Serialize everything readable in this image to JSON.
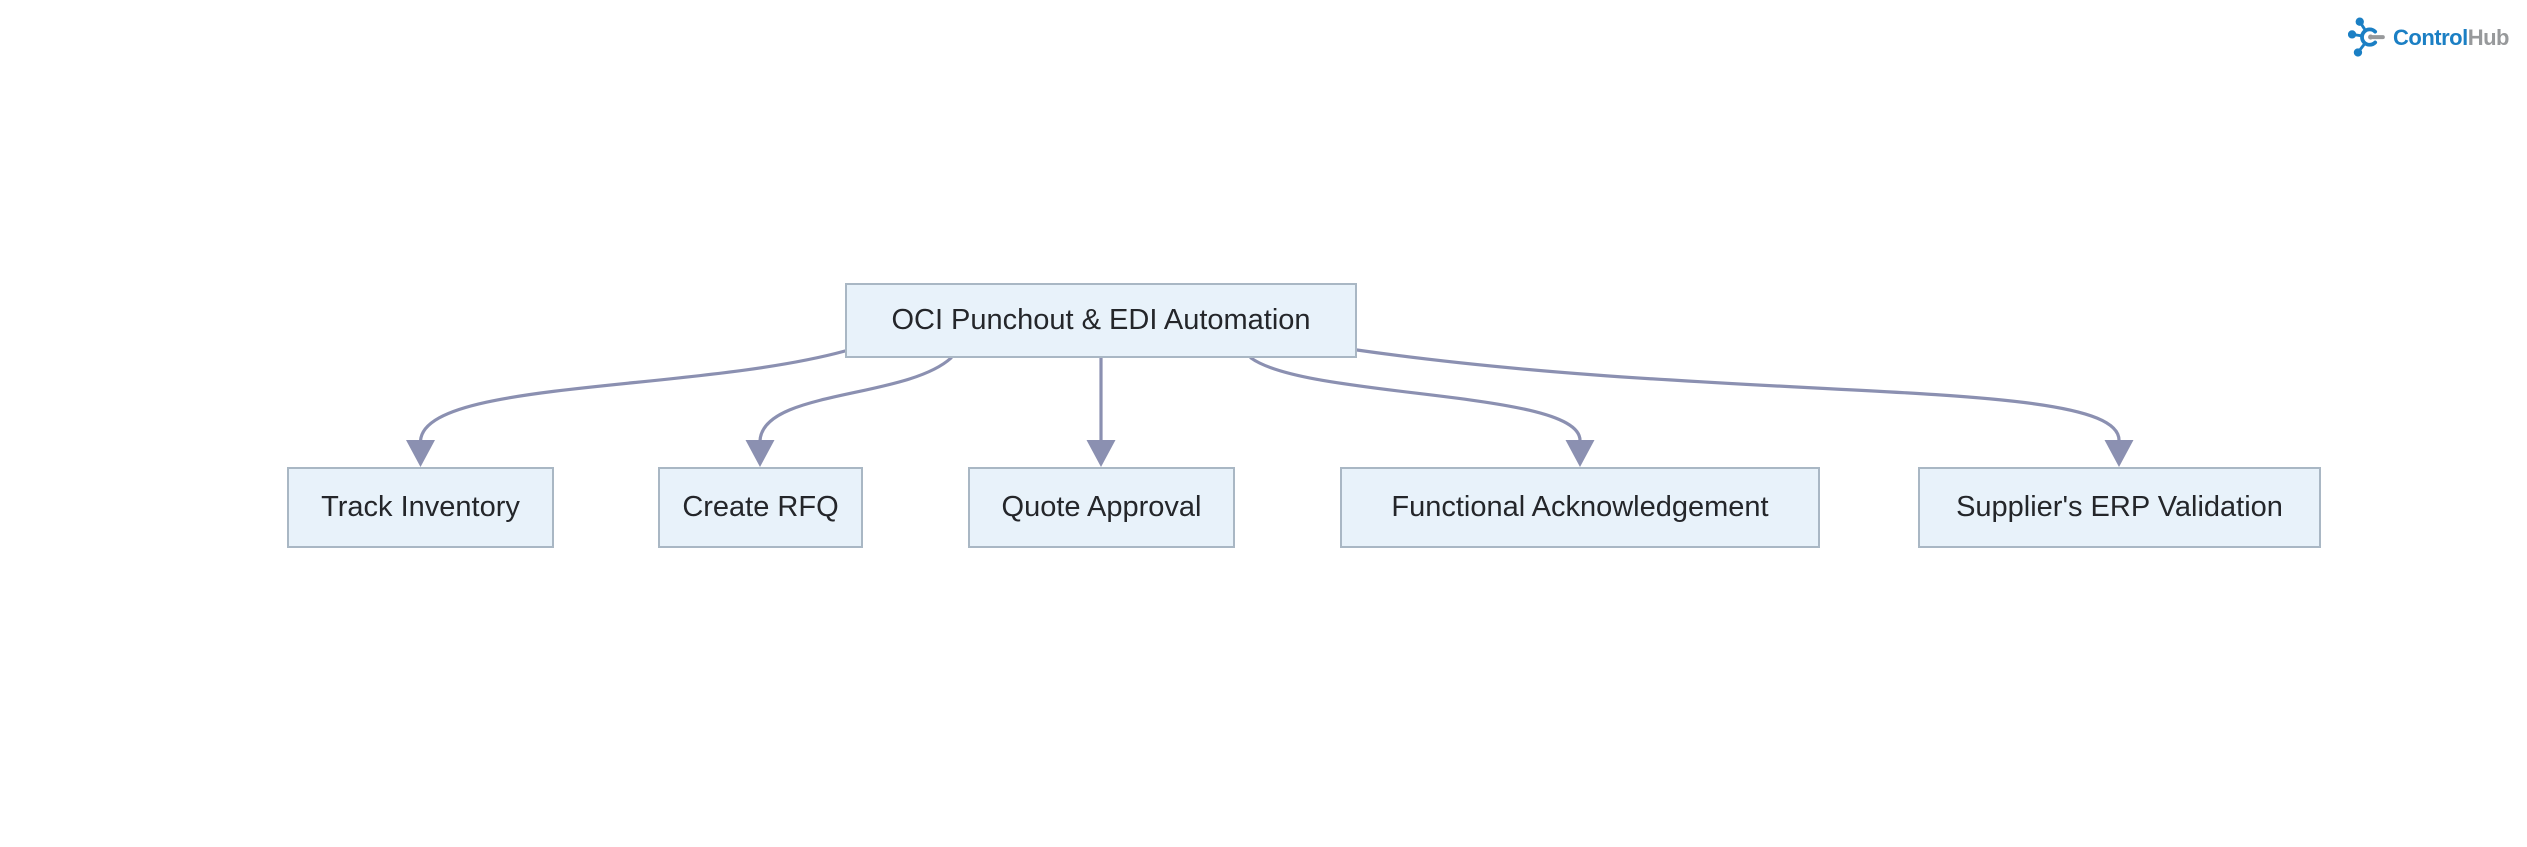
{
  "logo": {
    "brand_first": "Control",
    "brand_second": "Hub",
    "brand_blue": "#1b7fc4",
    "brand_gray": "#97999b"
  },
  "diagram": {
    "type": "flowchart",
    "root": {
      "id": "root",
      "label": "OCI Punchout & EDI Automation"
    },
    "children": [
      {
        "id": "track-inventory",
        "label": "Track Inventory"
      },
      {
        "id": "create-rfq",
        "label": "Create RFQ"
      },
      {
        "id": "quote-approval",
        "label": "Quote Approval"
      },
      {
        "id": "functional-acknowledgement",
        "label": "Functional Acknowledgement"
      },
      {
        "id": "suppliers-erp-validation",
        "label": "Supplier's ERP Validation"
      }
    ],
    "edges": [
      {
        "from": "root",
        "to": "track-inventory"
      },
      {
        "from": "root",
        "to": "create-rfq"
      },
      {
        "from": "root",
        "to": "quote-approval"
      },
      {
        "from": "root",
        "to": "functional-acknowledgement"
      },
      {
        "from": "root",
        "to": "suppliers-erp-validation"
      }
    ],
    "colors": {
      "node_fill": "#e8f2fa",
      "node_border": "#a9b7c4",
      "edge_stroke": "#8b90b1",
      "text": "#24262a",
      "background": "#ffffff"
    }
  }
}
